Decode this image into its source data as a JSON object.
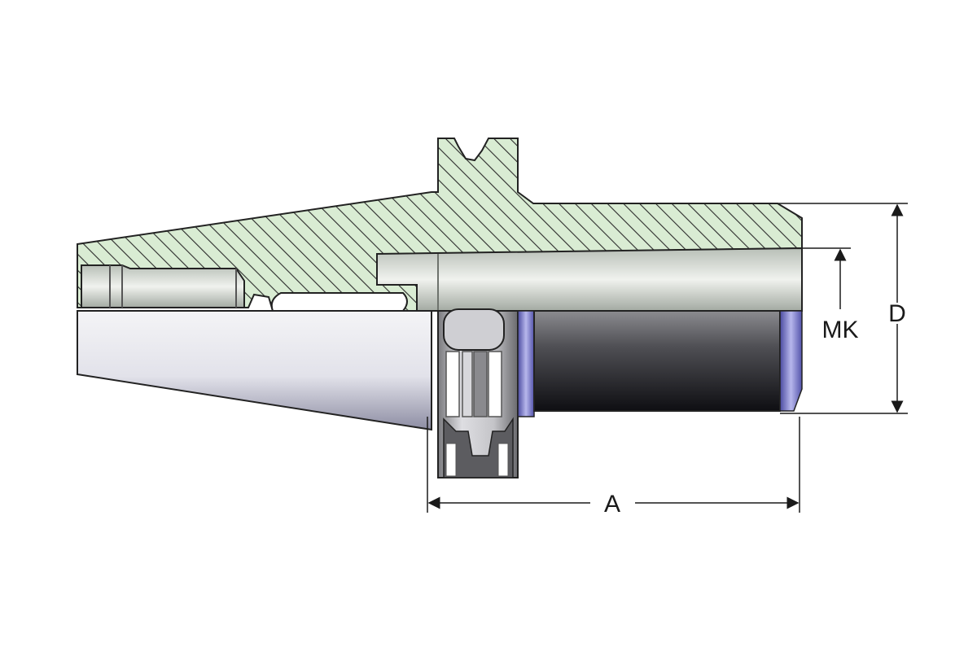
{
  "diagram": {
    "labels": {
      "length": "A",
      "taper": "MK",
      "diameter": "D"
    },
    "colors": {
      "section_fill": "#d9ecd3",
      "hatch": "#2b2b2b",
      "outline": "#222222",
      "sleeve": "#6c6ccc",
      "dimension": "#1a1a1a"
    }
  }
}
